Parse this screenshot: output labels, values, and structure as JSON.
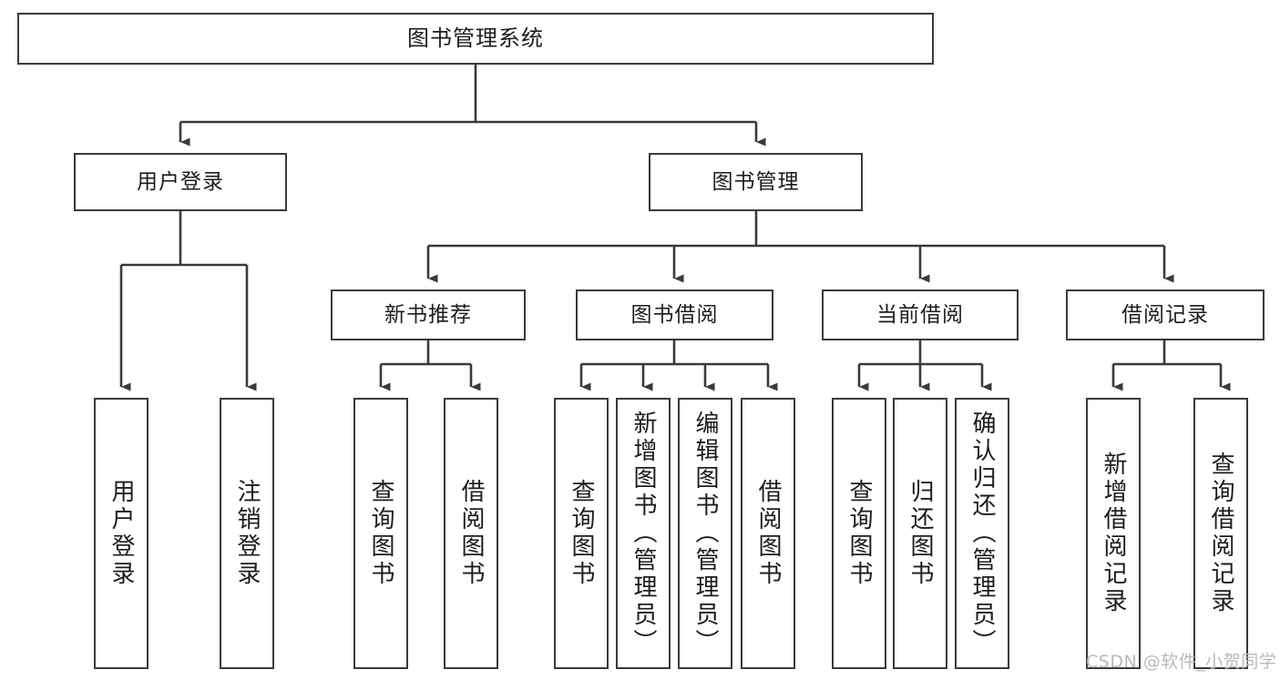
{
  "diagram": {
    "title": "图书管理系统",
    "watermark": "CSDN @软件_小贺同学",
    "levels": {
      "root": "图书管理系统",
      "level2": [
        "用户登录",
        "图书管理"
      ],
      "level3": [
        "新书推荐",
        "图书借阅",
        "当前借阅",
        "借阅记录"
      ]
    },
    "nodes": {
      "root": {
        "label": "图书管理系统"
      },
      "user_login": {
        "label": "用户登录"
      },
      "book_manage": {
        "label": "图书管理"
      },
      "new_book_rec": {
        "label": "新书推荐"
      },
      "book_borrow": {
        "label": "图书借阅"
      },
      "current_borrow": {
        "label": "当前借阅"
      },
      "borrow_record": {
        "label": "借阅记录"
      },
      "leaf_user_login": {
        "label": "用户登录"
      },
      "leaf_user_logout": {
        "label": "注销登录"
      },
      "leaf_rec_query_book": {
        "label": "查询图书"
      },
      "leaf_rec_borrow_book": {
        "label": "借阅图书"
      },
      "leaf_borrow_query_book": {
        "label": "查询图书"
      },
      "leaf_add_book_admin": {
        "label": "新增图书（管理员）"
      },
      "leaf_edit_book_admin": {
        "label": "编辑图书（管理员）"
      },
      "leaf_borrow_book": {
        "label": "借阅图书"
      },
      "leaf_cur_query_book": {
        "label": "查询图书"
      },
      "leaf_return_book": {
        "label": "归还图书"
      },
      "leaf_confirm_return_admin": {
        "label": "确认归还（管理员）"
      },
      "leaf_add_borrow_record": {
        "label": "新增借阅记录"
      },
      "leaf_query_borrow_record": {
        "label": "查询借阅记录"
      }
    },
    "colors": {
      "stroke": "#3a3a3a",
      "text": "#1c1c1c",
      "background": "#ffffff",
      "watermark": "#b9b9b9"
    }
  }
}
